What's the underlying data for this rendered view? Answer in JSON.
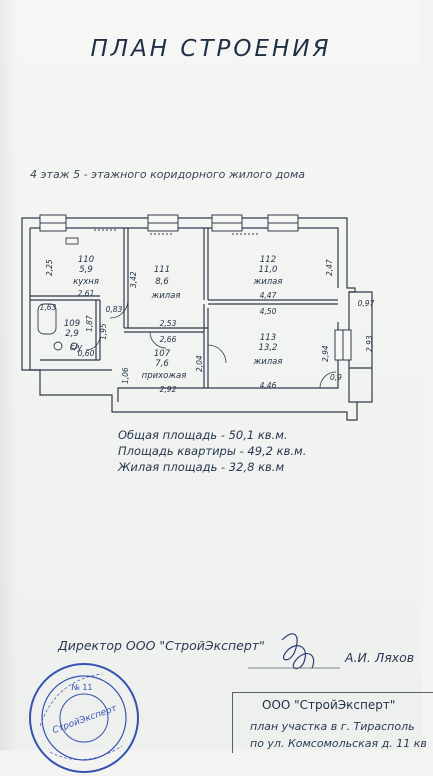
{
  "document": {
    "title": "ПЛАН СТРОЕНИЯ",
    "subtitle": "4 этаж 5 - этажного коридорного жилого дома"
  },
  "rooms": {
    "kitchen": {
      "number": "110",
      "area": "5,9",
      "name": "кухня"
    },
    "bedroom_small": {
      "number": "111",
      "area": "8,6",
      "name": "жилая"
    },
    "bedroom_top": {
      "number": "112",
      "area": "11,0",
      "name": "жилая"
    },
    "bath": {
      "number": "109",
      "area": "2,9",
      "name": "с/у"
    },
    "hall": {
      "number": "107",
      "area": "7,6",
      "name": "прихожая"
    },
    "bedroom_bottom": {
      "number": "113",
      "area": "13,2",
      "name": "жилая"
    }
  },
  "dimensions": {
    "d_2_25": "2,25",
    "d_2_61": "2,61",
    "d_1_63": "1,63",
    "d_0_83": "0,83",
    "d_1_87": "1,87",
    "d_1_95": "1,95",
    "d_0_60": "0,60",
    "d_1_06": "1,06",
    "d_3_42": "3,42",
    "d_2_53": "2,53",
    "d_2_66": "2,66",
    "d_2_04": "2,04",
    "d_2_92": "2,92",
    "d_2_47": "2,47",
    "d_4_47": "4,47",
    "d_4_50": "4,50",
    "d_2_94": "2,94",
    "d_4_46": "4,46",
    "d_0_97": "0,97",
    "d_2_93": "2,93",
    "d_0_9": "0,9"
  },
  "summary": {
    "total": "Общая площадь - 50,1 кв.м.",
    "flat": "Площадь квартиры - 49,2 кв.м.",
    "living": "Жилая площадь - 32,8 кв.м"
  },
  "signature": {
    "role": "Директор ООО \"СтройЭксперт\"",
    "name": "А.И. Ляхов"
  },
  "title_block": {
    "org": "ООО \"СтройЭксперт\"",
    "line1": "план участка в г. Тирасполь",
    "line2": "по ул. Комсомольская д. 11 кв"
  },
  "seal": {
    "text": "СтройЭксперт",
    "number": "№ 11"
  },
  "colors": {
    "ink": "#24344a",
    "stamp": "#3552b0"
  }
}
